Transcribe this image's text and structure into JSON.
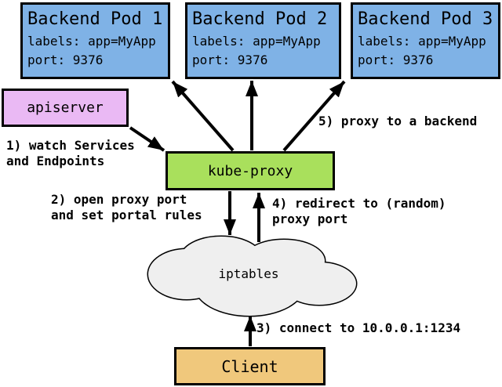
{
  "diagram": {
    "pods": [
      {
        "title": "Backend Pod 1",
        "labels": "labels: app=MyApp",
        "port": "port: 9376"
      },
      {
        "title": "Backend Pod 2",
        "labels": "labels: app=MyApp",
        "port": "port: 9376"
      },
      {
        "title": "Backend Pod 3",
        "labels": "labels: app=MyApp",
        "port": "port: 9376"
      }
    ],
    "nodes": {
      "apiserver": "apiserver",
      "kube_proxy": "kube-proxy",
      "iptables": "iptables",
      "client": "Client"
    },
    "steps": {
      "step1": "1) watch Services\nand Endpoints",
      "step2": "2) open proxy port\nand set portal rules",
      "step3": "3) connect to 10.0.0.1:1234",
      "step4": "4) redirect to (random)\nproxy port",
      "step5": "5) proxy to a backend"
    },
    "colors": {
      "pod_fill": "#7fb2e6",
      "apiserver_fill": "#eab9f4",
      "kube_proxy_fill": "#a9e05c",
      "client_fill": "#f0c87c",
      "cloud_fill": "#efefef",
      "outline": "#000000"
    }
  }
}
